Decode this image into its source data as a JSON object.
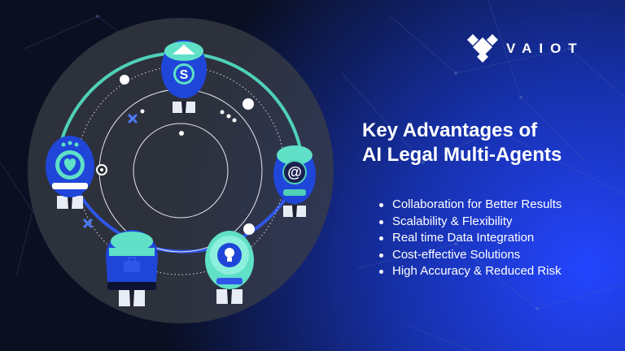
{
  "brand": {
    "name": "VAIOT",
    "logo_color": "#ffffff"
  },
  "heading": {
    "line1": "Key Advantages of",
    "line2": "AI Legal Multi-Agents"
  },
  "advantages": [
    "Collaboration for Better Results",
    "Scalability & Flexibility",
    "Real time Data Integration",
    "Cost-effective Solutions",
    "High Accuracy & Reduced Risk"
  ],
  "colors": {
    "background_dark": "#0a0f22",
    "background_blue": "#1a3ce0",
    "ring_teal": "#4fd1b8",
    "ring_blue": "#2f56e8",
    "agent_blue": "#1f46d9",
    "agent_teal": "#5fe0c7"
  },
  "agents": [
    {
      "name": "dollar-agent",
      "icon": "dollar-icon",
      "symbol": "S"
    },
    {
      "name": "email-agent",
      "icon": "at-sign-icon",
      "symbol": "@"
    },
    {
      "name": "idea-agent",
      "icon": "lightbulb-icon",
      "symbol": ""
    },
    {
      "name": "briefcase-agent",
      "icon": "briefcase-icon",
      "symbol": ""
    },
    {
      "name": "chat-agent",
      "icon": "heart-chat-icon",
      "symbol": ""
    }
  ]
}
